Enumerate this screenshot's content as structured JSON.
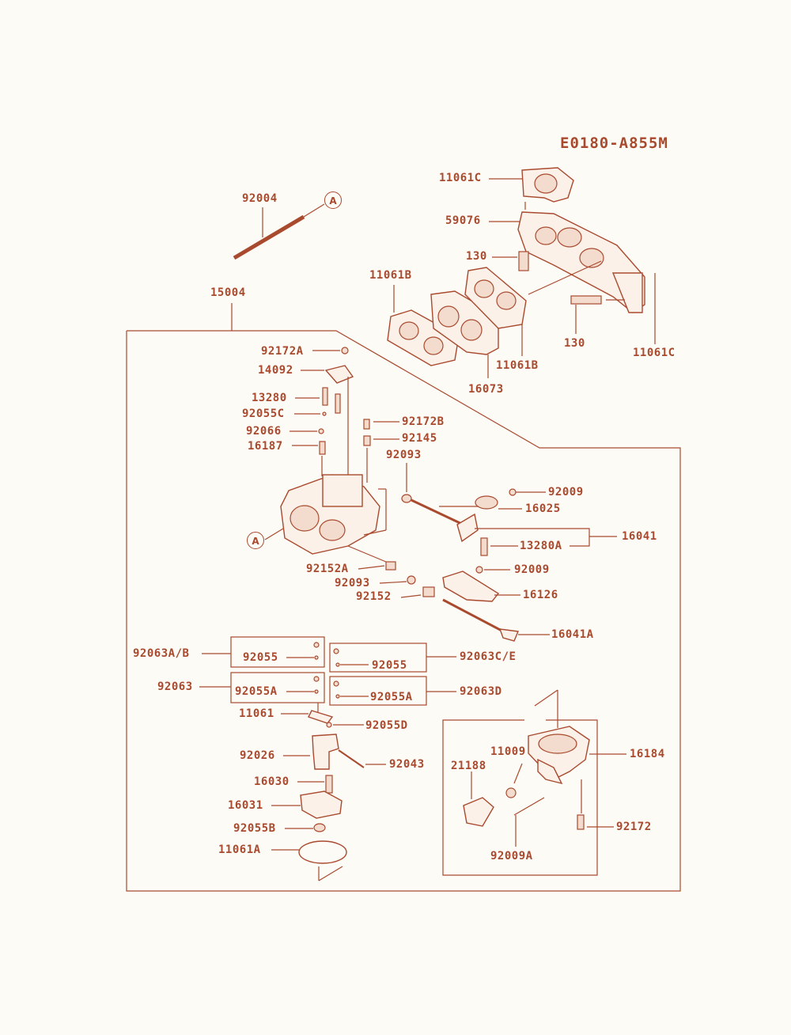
{
  "diagram_code": "E0180-A855M",
  "callout_a": "A",
  "labels": {
    "p11061C_top": "11061C",
    "p59076": "59076",
    "p130_upper": "130",
    "p11061B_left": "11061B",
    "p11061B_right": "11061B",
    "p16073": "16073",
    "p130_lower": "130",
    "p11061C_right": "11061C",
    "p92004": "92004",
    "p15004": "15004",
    "p92172A": "92172A",
    "p14092": "14092",
    "p13280": "13280",
    "p92055C": "92055C",
    "p92066": "92066",
    "p16187": "16187",
    "p92172B": "92172B",
    "p92145": "92145",
    "p92093_upper": "92093",
    "p92009_upper": "92009",
    "p16025": "16025",
    "p16041": "16041",
    "p13280A": "13280A",
    "p92009_lower": "92009",
    "p92152A": "92152A",
    "p92093_lower": "92093",
    "p92152": "92152",
    "p16126": "16126",
    "p16041A": "16041A",
    "p92063AB": "92063A/B",
    "p92055_box1": "92055",
    "p92055_box2": "92055",
    "p92063CE": "92063C/E",
    "p92063": "92063",
    "p92055A_box3": "92055A",
    "p92055A_box4": "92055A",
    "p92063D": "92063D",
    "p11061": "11061",
    "p92055D": "92055D",
    "p92026": "92026",
    "p92043": "92043",
    "p16030": "16030",
    "p16031": "16031",
    "p92055B": "92055B",
    "p11061A": "11061A",
    "p11009": "11009",
    "p21188": "21188",
    "p16184": "16184",
    "p92172": "92172",
    "p92009A": "92009A"
  },
  "colors": {
    "line": "#a94a2f",
    "background": "#fdfbf5"
  }
}
